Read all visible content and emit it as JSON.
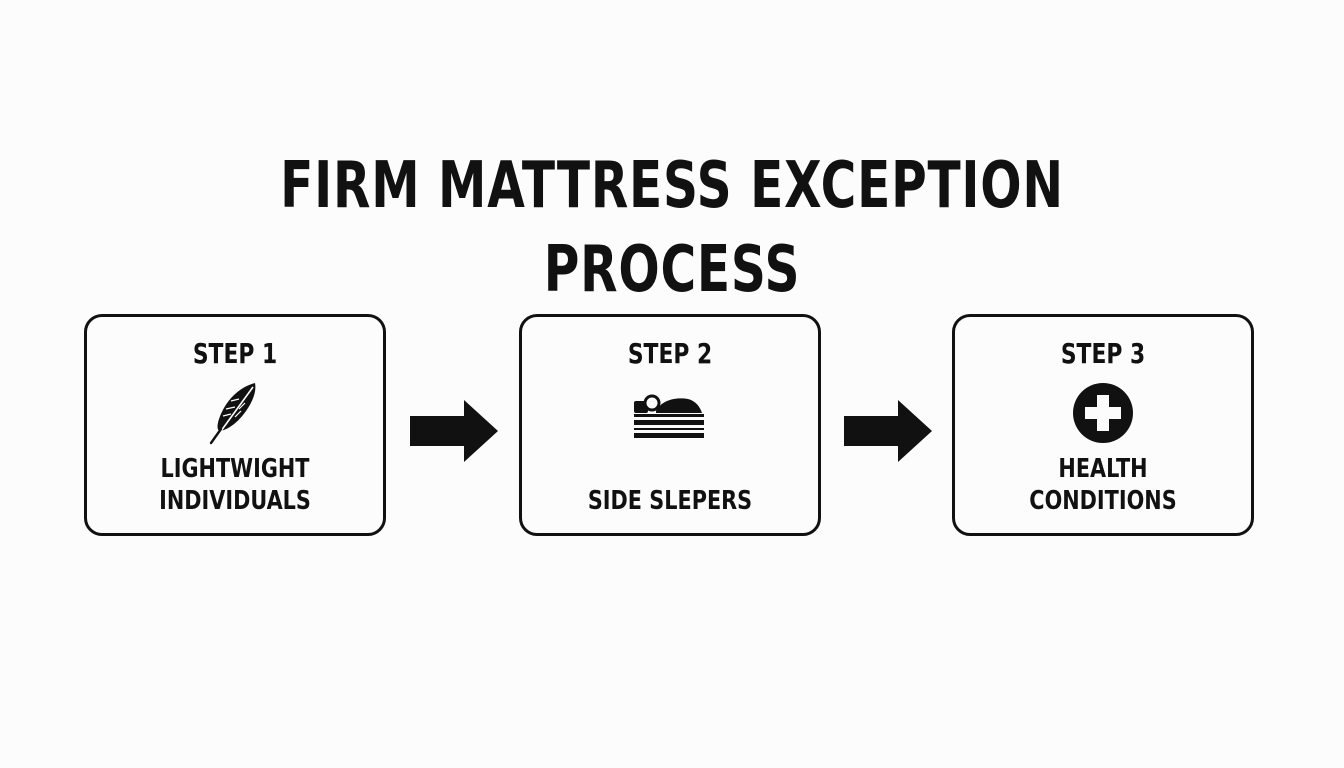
{
  "title": "FIRM MATTRESS EXCEPTION PROCESS",
  "steps": [
    {
      "label": "STEP 1",
      "text": "LIGHTWIGHT\nINDIVIDUALS",
      "icon": "feather-icon"
    },
    {
      "label": "STEP 2",
      "text": "SIDE SLEPERS",
      "icon": "sleeping-person-bed-icon"
    },
    {
      "label": "STEP 3",
      "text": "HEALTH\nCONDITIONS",
      "icon": "medical-cross-icon"
    }
  ],
  "colors": {
    "ink": "#111111",
    "background": "#fcfcfc"
  }
}
